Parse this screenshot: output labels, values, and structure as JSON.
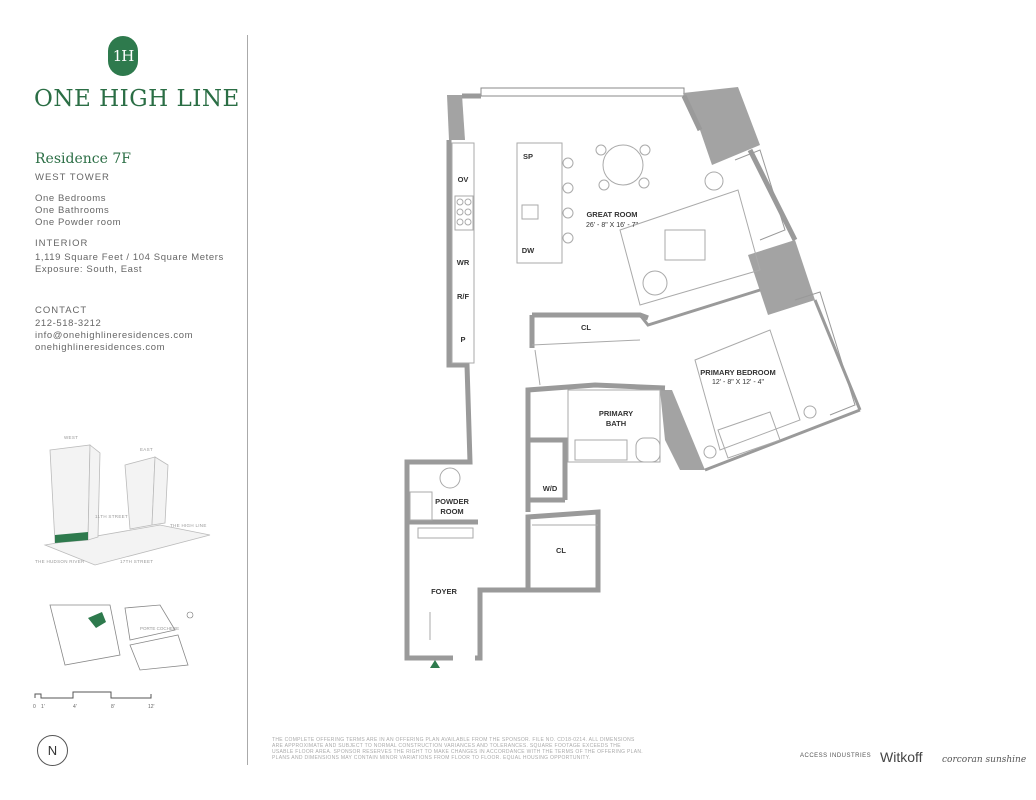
{
  "brand": {
    "monogram": "1H",
    "name": "ONE HIGH LINE"
  },
  "residence": {
    "title": "Residence 7F",
    "tower": "WEST TOWER",
    "bedrooms": "One Bedrooms",
    "bathrooms": "One Bathrooms",
    "powder": "One Powder room",
    "interior_label": "INTERIOR",
    "area": "1,119 Square Feet / 104 Square Meters",
    "exposure": "Exposure: South, East"
  },
  "contact": {
    "label": "CONTACT",
    "phone": "212-518-3212",
    "email": "info@onehighlineresidences.com",
    "website": "onehighlineresidences.com"
  },
  "site_map": {
    "west": "WEST",
    "east": "EAST",
    "street_11th": "11TH STREET",
    "high_line": "THE HIGH LINE",
    "hudson": "THE HUDSON RIVER",
    "street_17th": "17TH STREET",
    "porte_cochere": "PORTE COCHERE"
  },
  "scale": {
    "ticks": [
      "0",
      "1'",
      "4'",
      "8'",
      "12'"
    ]
  },
  "compass": {
    "letter": "N"
  },
  "floorplan": {
    "rooms": {
      "great_room": "GREAT ROOM",
      "great_room_dims": "26' - 8\" X 16' - 7\"",
      "primary_bedroom": "PRIMARY BEDROOM",
      "primary_bedroom_dims": "12' - 8\" X 12' - 4\"",
      "primary_bath_1": "PRIMARY",
      "primary_bath_2": "BATH",
      "powder_room_1": "POWDER",
      "powder_room_2": "ROOM",
      "foyer": "FOYER",
      "cl_upper": "CL",
      "cl_lower": "CL",
      "wd": "W/D",
      "ov": "OV",
      "wr": "WR",
      "rf": "R/F",
      "p": "P",
      "sp": "SP",
      "dw": "DW"
    }
  },
  "disclaimer": "THE COMPLETE OFFERING TERMS ARE IN AN OFFERING PLAN AVAILABLE FROM THE SPONSOR. FILE NO. CD18-0214. ALL DIMENSIONS ARE APPROXIMATE AND SUBJECT TO NORMAL CONSTRUCTION VARIANCES AND TOLERANCES. SQUARE FOOTAGE EXCEEDS THE USABLE FLOOR AREA. SPONSOR RESERVES THE RIGHT TO MAKE CHANGES IN ACCORDANCE WITH THE TERMS OF THE OFFERING PLAN. PLANS AND DIMENSIONS MAY CONTAIN MINOR VARIATIONS FROM FLOOR TO FLOOR. EQUAL HOUSING OPPORTUNITY.",
  "developers": [
    "ACCESS INDUSTRIES",
    "Witkoff",
    "corcoran sunshine"
  ],
  "colors": {
    "accent": "#2b6e45",
    "wall": "#9a9a9a"
  }
}
